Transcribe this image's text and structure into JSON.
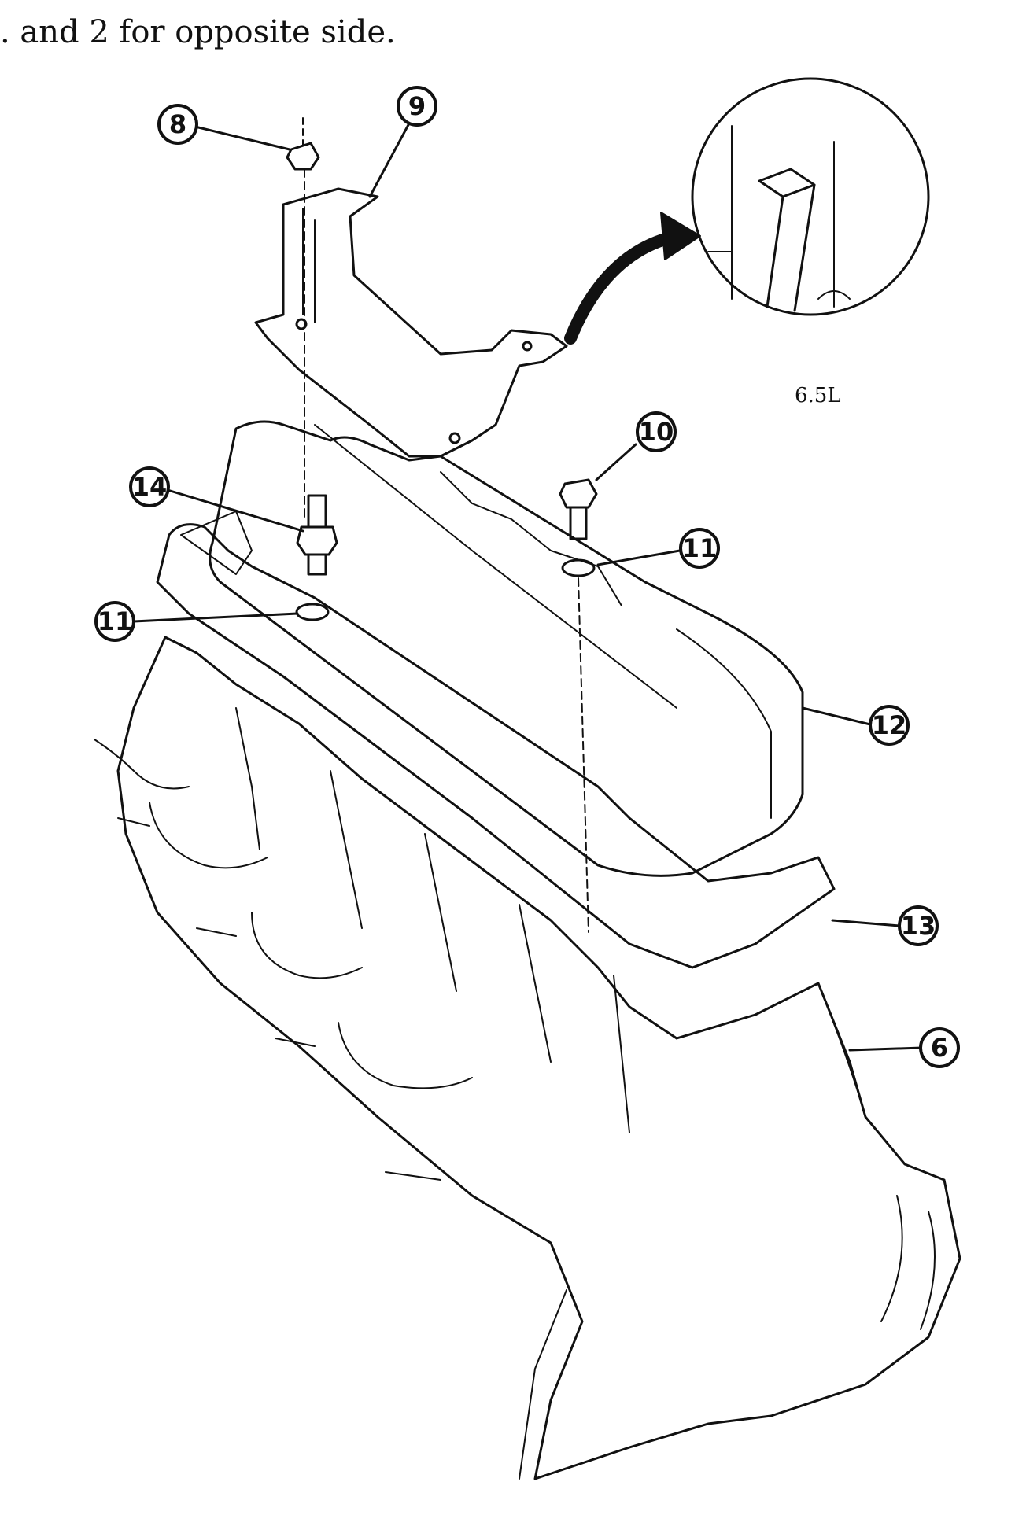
{
  "header": {
    "text": ". and 2 for opposite side."
  },
  "inset": {
    "label": "6.5L"
  },
  "callouts": [
    {
      "id": "8",
      "label": "8"
    },
    {
      "id": "9",
      "label": "9"
    },
    {
      "id": "10",
      "label": "10"
    },
    {
      "id": "11a",
      "label": "11"
    },
    {
      "id": "11b",
      "label": "11"
    },
    {
      "id": "12",
      "label": "12"
    },
    {
      "id": "13",
      "label": "13"
    },
    {
      "id": "14",
      "label": "14"
    },
    {
      "id": "6",
      "label": "6"
    }
  ]
}
